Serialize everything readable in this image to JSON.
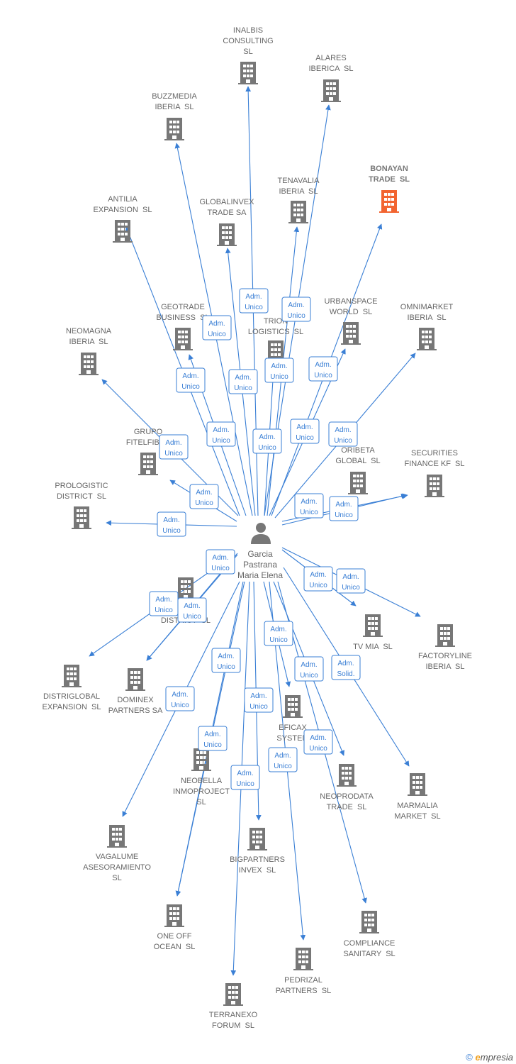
{
  "center": {
    "name": [
      "Garcia",
      "Pastrana",
      "Maria Elena"
    ],
    "icon": "person-icon"
  },
  "colors": {
    "edge": "#3a7fd5",
    "building": "#777777",
    "highlight": "#f26430",
    "text": "#666666"
  },
  "companies": [
    {
      "id": "inalbis",
      "lines": [
        "INALBIS",
        "CONSULTING",
        "SL"
      ]
    },
    {
      "id": "alares",
      "lines": [
        "ALARES",
        "IBERICA  SL"
      ]
    },
    {
      "id": "buzzmedia",
      "lines": [
        "BUZZMEDIA",
        "IBERIA  SL"
      ]
    },
    {
      "id": "bonayan",
      "lines": [
        "BONAYAN",
        "TRADE  SL"
      ],
      "highlight": true
    },
    {
      "id": "tenavalia",
      "lines": [
        "TENAVALIA",
        "IBERIA  SL"
      ]
    },
    {
      "id": "antilia",
      "lines": [
        "ANTILIA",
        "EXPANSION  SL"
      ]
    },
    {
      "id": "globalinvex",
      "lines": [
        "GLOBALINVEX",
        "TRADE SA"
      ]
    },
    {
      "id": "geotrade",
      "lines": [
        "GEOTRADE",
        "BUSINESS  SL"
      ]
    },
    {
      "id": "urbanspace",
      "lines": [
        "URBANSPACE",
        "WORLD  SL"
      ]
    },
    {
      "id": "omnimarket",
      "lines": [
        "OMNIMARKET",
        "IBERIA  SL"
      ]
    },
    {
      "id": "trion",
      "lines": [
        "TRION",
        "LOGISTICS  SL"
      ]
    },
    {
      "id": "neomagna",
      "lines": [
        "NEOMAGNA",
        "IBERIA  SL"
      ]
    },
    {
      "id": "grupo",
      "lines": [
        "GRUPO",
        "FITELFIBRA"
      ]
    },
    {
      "id": "oribeta",
      "lines": [
        "ORIBETA",
        "GLOBAL  SL"
      ]
    },
    {
      "id": "securities",
      "lines": [
        "SECURITIES",
        "FINANCE KF  SL"
      ]
    },
    {
      "id": "prologistic",
      "lines": [
        "PROLOGISTIC",
        "DISTRICT  SL"
      ]
    },
    {
      "id": "district",
      "lines": [
        "DISTRICT  SL"
      ]
    },
    {
      "id": "tvmia",
      "lines": [
        "TV MIA  SL"
      ]
    },
    {
      "id": "factoryline",
      "lines": [
        "FACTORYLINE",
        "IBERIA  SL"
      ]
    },
    {
      "id": "distriglobal",
      "lines": [
        "DISTRIGLOBAL",
        "EXPANSION  SL"
      ]
    },
    {
      "id": "dominex",
      "lines": [
        "DOMINEX",
        "PARTNERS SA"
      ]
    },
    {
      "id": "eficax",
      "lines": [
        "EFICAX",
        "SYSTEM"
      ]
    },
    {
      "id": "neobella",
      "lines": [
        "NEOBELLA",
        "INMOPROJECT",
        "SL"
      ]
    },
    {
      "id": "neoprodata",
      "lines": [
        "NEOPRODATA",
        "TRADE  SL"
      ]
    },
    {
      "id": "marmalia",
      "lines": [
        "MARMALIA",
        "MARKET  SL"
      ]
    },
    {
      "id": "vagalume",
      "lines": [
        "VAGALUME",
        "ASESORAMIENTO",
        "SL"
      ]
    },
    {
      "id": "bigpartners",
      "lines": [
        "BIGPARTNERS",
        "INVEX  SL"
      ]
    },
    {
      "id": "oneoff",
      "lines": [
        "ONE OFF",
        "OCEAN  SL"
      ]
    },
    {
      "id": "compliance",
      "lines": [
        "COMPLIANCE",
        "SANITARY  SL"
      ]
    },
    {
      "id": "pedrizal",
      "lines": [
        "PEDRIZAL",
        "PARTNERS  SL"
      ]
    },
    {
      "id": "terranexo",
      "lines": [
        "TERRANEXO",
        "FORUM  SL"
      ]
    }
  ],
  "edges": [
    {
      "to": "inalbis",
      "role": [
        "Adm.",
        "Unico"
      ]
    },
    {
      "to": "alares",
      "role": [
        "Adm.",
        "Unico"
      ]
    },
    {
      "to": "buzzmedia",
      "role": [
        "Adm.",
        "Unico"
      ]
    },
    {
      "to": "bonayan",
      "role": [
        "Adm.",
        "Unico"
      ]
    },
    {
      "to": "tenavalia",
      "role": [
        "Adm.",
        "Unico"
      ]
    },
    {
      "to": "antilia",
      "role": [
        "Adm.",
        "Unico"
      ]
    },
    {
      "to": "globalinvex",
      "role": [
        "Adm.",
        "Unico"
      ]
    },
    {
      "to": "geotrade",
      "role": [
        "Adm.",
        "Unico"
      ]
    },
    {
      "to": "urbanspace",
      "role": [
        "Adm.",
        "Unico"
      ]
    },
    {
      "to": "omnimarket",
      "role": [
        "Adm.",
        "Unico"
      ]
    },
    {
      "to": "trion",
      "role": [
        "Adm.",
        "Unico"
      ]
    },
    {
      "to": "neomagna",
      "role": [
        "Adm.",
        "Unico"
      ]
    },
    {
      "to": "grupo",
      "role": [
        "Adm.",
        "Unico"
      ]
    },
    {
      "to": "oribeta",
      "role": [
        "Adm.",
        "Unico"
      ]
    },
    {
      "to": "securities",
      "role": [
        "Adm.",
        "Unico"
      ]
    },
    {
      "to": "prologistic",
      "role": [
        "Adm.",
        "Unico"
      ]
    },
    {
      "to": "district",
      "role": [
        "Adm.",
        "Unico"
      ]
    },
    {
      "to": "tvmia",
      "role": [
        "Adm.",
        "Unico"
      ]
    },
    {
      "to": "factoryline",
      "role": [
        "Adm.",
        "Unico"
      ]
    },
    {
      "to": "distriglobal",
      "role": [
        "Adm.",
        "Unico"
      ]
    },
    {
      "to": "dominex",
      "role": [
        "Adm.",
        "Unico"
      ]
    },
    {
      "to": "eficax",
      "role": [
        "Adm.",
        "Unico"
      ]
    },
    {
      "to": "neobella",
      "role": [
        "Adm.",
        "Unico"
      ]
    },
    {
      "to": "neoprodata",
      "role": [
        "Adm.",
        "Unico"
      ]
    },
    {
      "to": "marmalia",
      "role": [
        "Adm.",
        "Solid."
      ]
    },
    {
      "to": "vagalume",
      "role": [
        "Adm.",
        "Unico"
      ]
    },
    {
      "to": "bigpartners",
      "role": [
        "Adm.",
        "Unico"
      ]
    },
    {
      "to": "oneoff",
      "role": [
        "Adm.",
        "Unico"
      ]
    },
    {
      "to": "compliance",
      "role": [
        "Adm.",
        "Unico"
      ]
    },
    {
      "to": "pedrizal",
      "role": [
        "Adm.",
        "Unico"
      ]
    },
    {
      "to": "terranexo",
      "role": [
        "Adm.",
        "Unico"
      ]
    }
  ],
  "footer": {
    "copyright": "©",
    "brand_initial": "e",
    "brand_rest": "mpresia"
  }
}
